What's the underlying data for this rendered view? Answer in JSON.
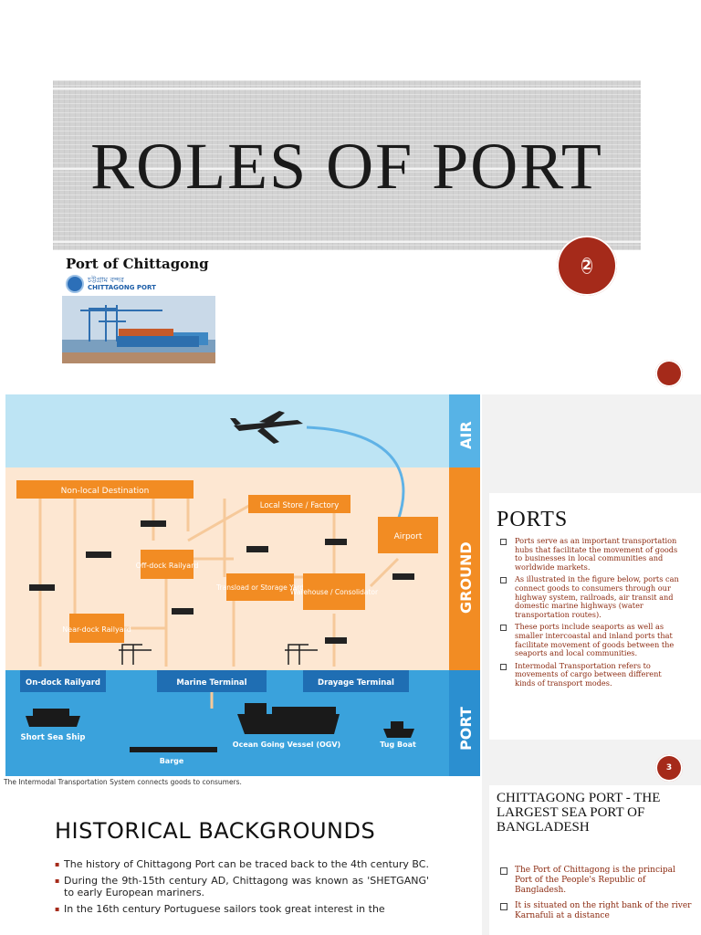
{
  "slide1": {
    "title": "ROLES OF PORT",
    "slide_number": "2",
    "port_label": "Port of Chittagong",
    "logo_bangla": "চট্টগ্রাম বন্দর",
    "logo_name": "CHITTAGONG PORT"
  },
  "diagram": {
    "caption": "The Intermodal Transportation System connects goods to consumers.",
    "bands": [
      "AIR",
      "GROUND",
      "PORT"
    ],
    "nodes": {
      "non_local": "Non-local Destination",
      "local_store": "Local Store / Factory",
      "airport": "Airport",
      "off_dock": "Off-dock Railyard",
      "transload": "Transload or Storage Yard",
      "warehouse": "Warehouse / Consolidator",
      "near_dock": "Near-dock Railyard",
      "on_dock": "On-dock Railyard",
      "marine": "Marine Terminal",
      "drayage": "Drayage Terminal"
    },
    "vessels": {
      "short_sea": "Short Sea Ship",
      "ogv": "Ocean Going Vessel (OGV)",
      "tug": "Tug Boat",
      "barge": "Barge"
    },
    "colors": {
      "sky": "#bde4f4",
      "ground": "#fde7d2",
      "water": "#3aa2dc",
      "node": "#f28c23",
      "band": "#2b8fd0",
      "arrow": "#f6c99a"
    }
  },
  "ports_slide": {
    "heading": "PORTS",
    "bullets": [
      "Ports serve as an important transportation hubs that facilitate the movement of goods to businesses in local communities and worldwide markets.",
      "As illustrated in the figure below, ports can connect goods to consumers through our highway system, railroads, air transit and domestic marine highways (water transportation routes).",
      "These ports include seaports as well as smaller intercoastal and inland ports that facilitate movement of goods between the seaports and local communities.",
      "Intermodal Transportation refers to movements of cargo between different kinds of transport modes."
    ],
    "slide_number": "3"
  },
  "ctg_slide": {
    "heading": "CHITTAGONG PORT - THE LARGEST SEA PORT OF BANGLADESH",
    "bullets": [
      "The Port of Chittagong is the principal Port of the People's Republic of Bangladesh.",
      "It is situated on the right bank of the river Karnafuli at a distance"
    ]
  },
  "historical": {
    "heading": "HISTORICAL BACKGROUNDS",
    "bullets": [
      "The history of Chittagong Port can be traced back to the 4th century BC.",
      "During the 9th-15th century AD, Chittagong was known as 'SHETGANG' to early European mariners.",
      "In the 16th century Portuguese sailors took great interest in the"
    ]
  }
}
